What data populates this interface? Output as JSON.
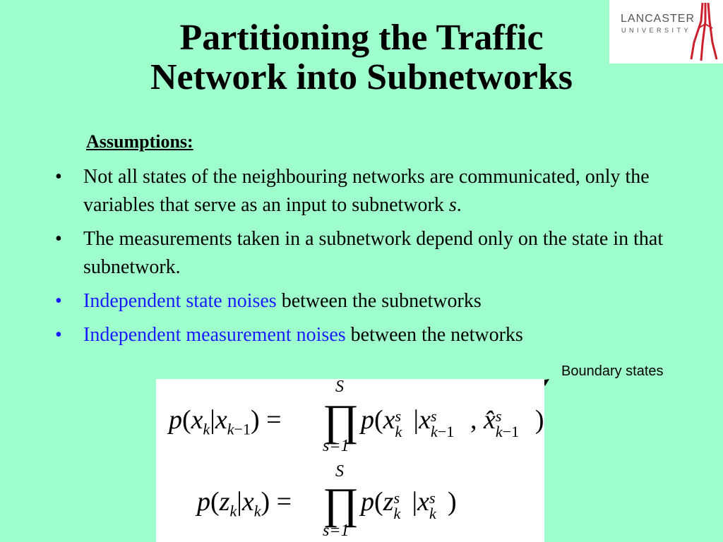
{
  "title": {
    "line1": "Partitioning the Traffic",
    "line2": "Network into Subnetworks"
  },
  "logo": {
    "name_line1": "LANCASTER",
    "name_line2": "UNIVERSITY"
  },
  "assumptions_heading": "Assumptions:",
  "bullets": [
    {
      "text": "Not all states of the neighbouring networks are communicated, only the variables that serve as an input to subnetwork ",
      "italic_tail": "s",
      "end": "."
    },
    {
      "text": "The measurements taken in a subnetwork depend only on the state in that subnetwork."
    },
    {
      "blue": "Independent state noises",
      "rest": " between the subnetworks"
    },
    {
      "blue": "Independent measurement noises",
      "rest": " between the networks"
    }
  ],
  "annotation": "Boundary states",
  "formula": {
    "eq1_lhs": "p(x_k | x_{k−1}) =",
    "eq1_rhs": "p(x^s_k | x^s_{k−1}, x̂^s_{k−1})",
    "eq2_lhs": "p(z_k | x_k) =",
    "eq2_rhs": "p(z^s_k | x^s_k)",
    "upper": "S",
    "lower": "s=1"
  },
  "colors": {
    "background": "#9fffcc",
    "highlight": "#1a1aff",
    "logo_red": "#cc1f2c"
  }
}
